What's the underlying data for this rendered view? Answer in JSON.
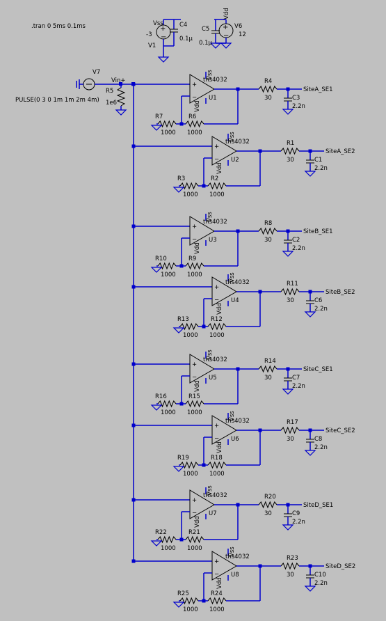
{
  "directive": ".tran 0 5ms 0.1ms",
  "sources": {
    "v7": {
      "name": "V7",
      "spec": "PULSE(0 3 0 1m 1m 2m 4m)"
    },
    "vss": {
      "net": "Vss",
      "name": "V1",
      "value": "-3"
    },
    "vdd": {
      "net": "Vdd",
      "name": "V6",
      "value": "12"
    },
    "c4": {
      "name": "C4",
      "value": "0.1µ"
    },
    "c5": {
      "name": "C5",
      "value": "0.1µ"
    }
  },
  "input": {
    "net": "Vin+",
    "res_name": "R5",
    "res_value": "1e6"
  },
  "stage_common": {
    "opamp_model": "ths4032",
    "vss_label": "Vss",
    "vdd_label": "Vdd",
    "r_value": "1000",
    "rs_value": "30",
    "cap_value": "2.2n"
  },
  "stages": [
    {
      "opamp": "U1",
      "rg": "R7",
      "rf": "R6",
      "rs": "R4",
      "cap": "C3",
      "out": "SiteA_SE1"
    },
    {
      "opamp": "U2",
      "rg": "R3",
      "rf": "R2",
      "rs": "R1",
      "cap": "C1",
      "out": "SiteA_SE2"
    },
    {
      "opamp": "U3",
      "rg": "R10",
      "rf": "R9",
      "rs": "R8",
      "cap": "C2",
      "out": "SiteB_SE1"
    },
    {
      "opamp": "U4",
      "rg": "R13",
      "rf": "R12",
      "rs": "R11",
      "cap": "C6",
      "out": "SiteB_SE2"
    },
    {
      "opamp": "U5",
      "rg": "R16",
      "rf": "R15",
      "rs": "R14",
      "cap": "C7",
      "out": "SiteC_SE1"
    },
    {
      "opamp": "U6",
      "rg": "R19",
      "rf": "R18",
      "rs": "R17",
      "cap": "C8",
      "out": "SiteC_SE2"
    },
    {
      "opamp": "U7",
      "rg": "R22",
      "rf": "R21",
      "rs": "R20",
      "cap": "C9",
      "out": "SiteD_SE1"
    },
    {
      "opamp": "U8",
      "rg": "R25",
      "rf": "R24",
      "rs": "R23",
      "cap": "C10",
      "out": "SiteD_SE2"
    }
  ]
}
